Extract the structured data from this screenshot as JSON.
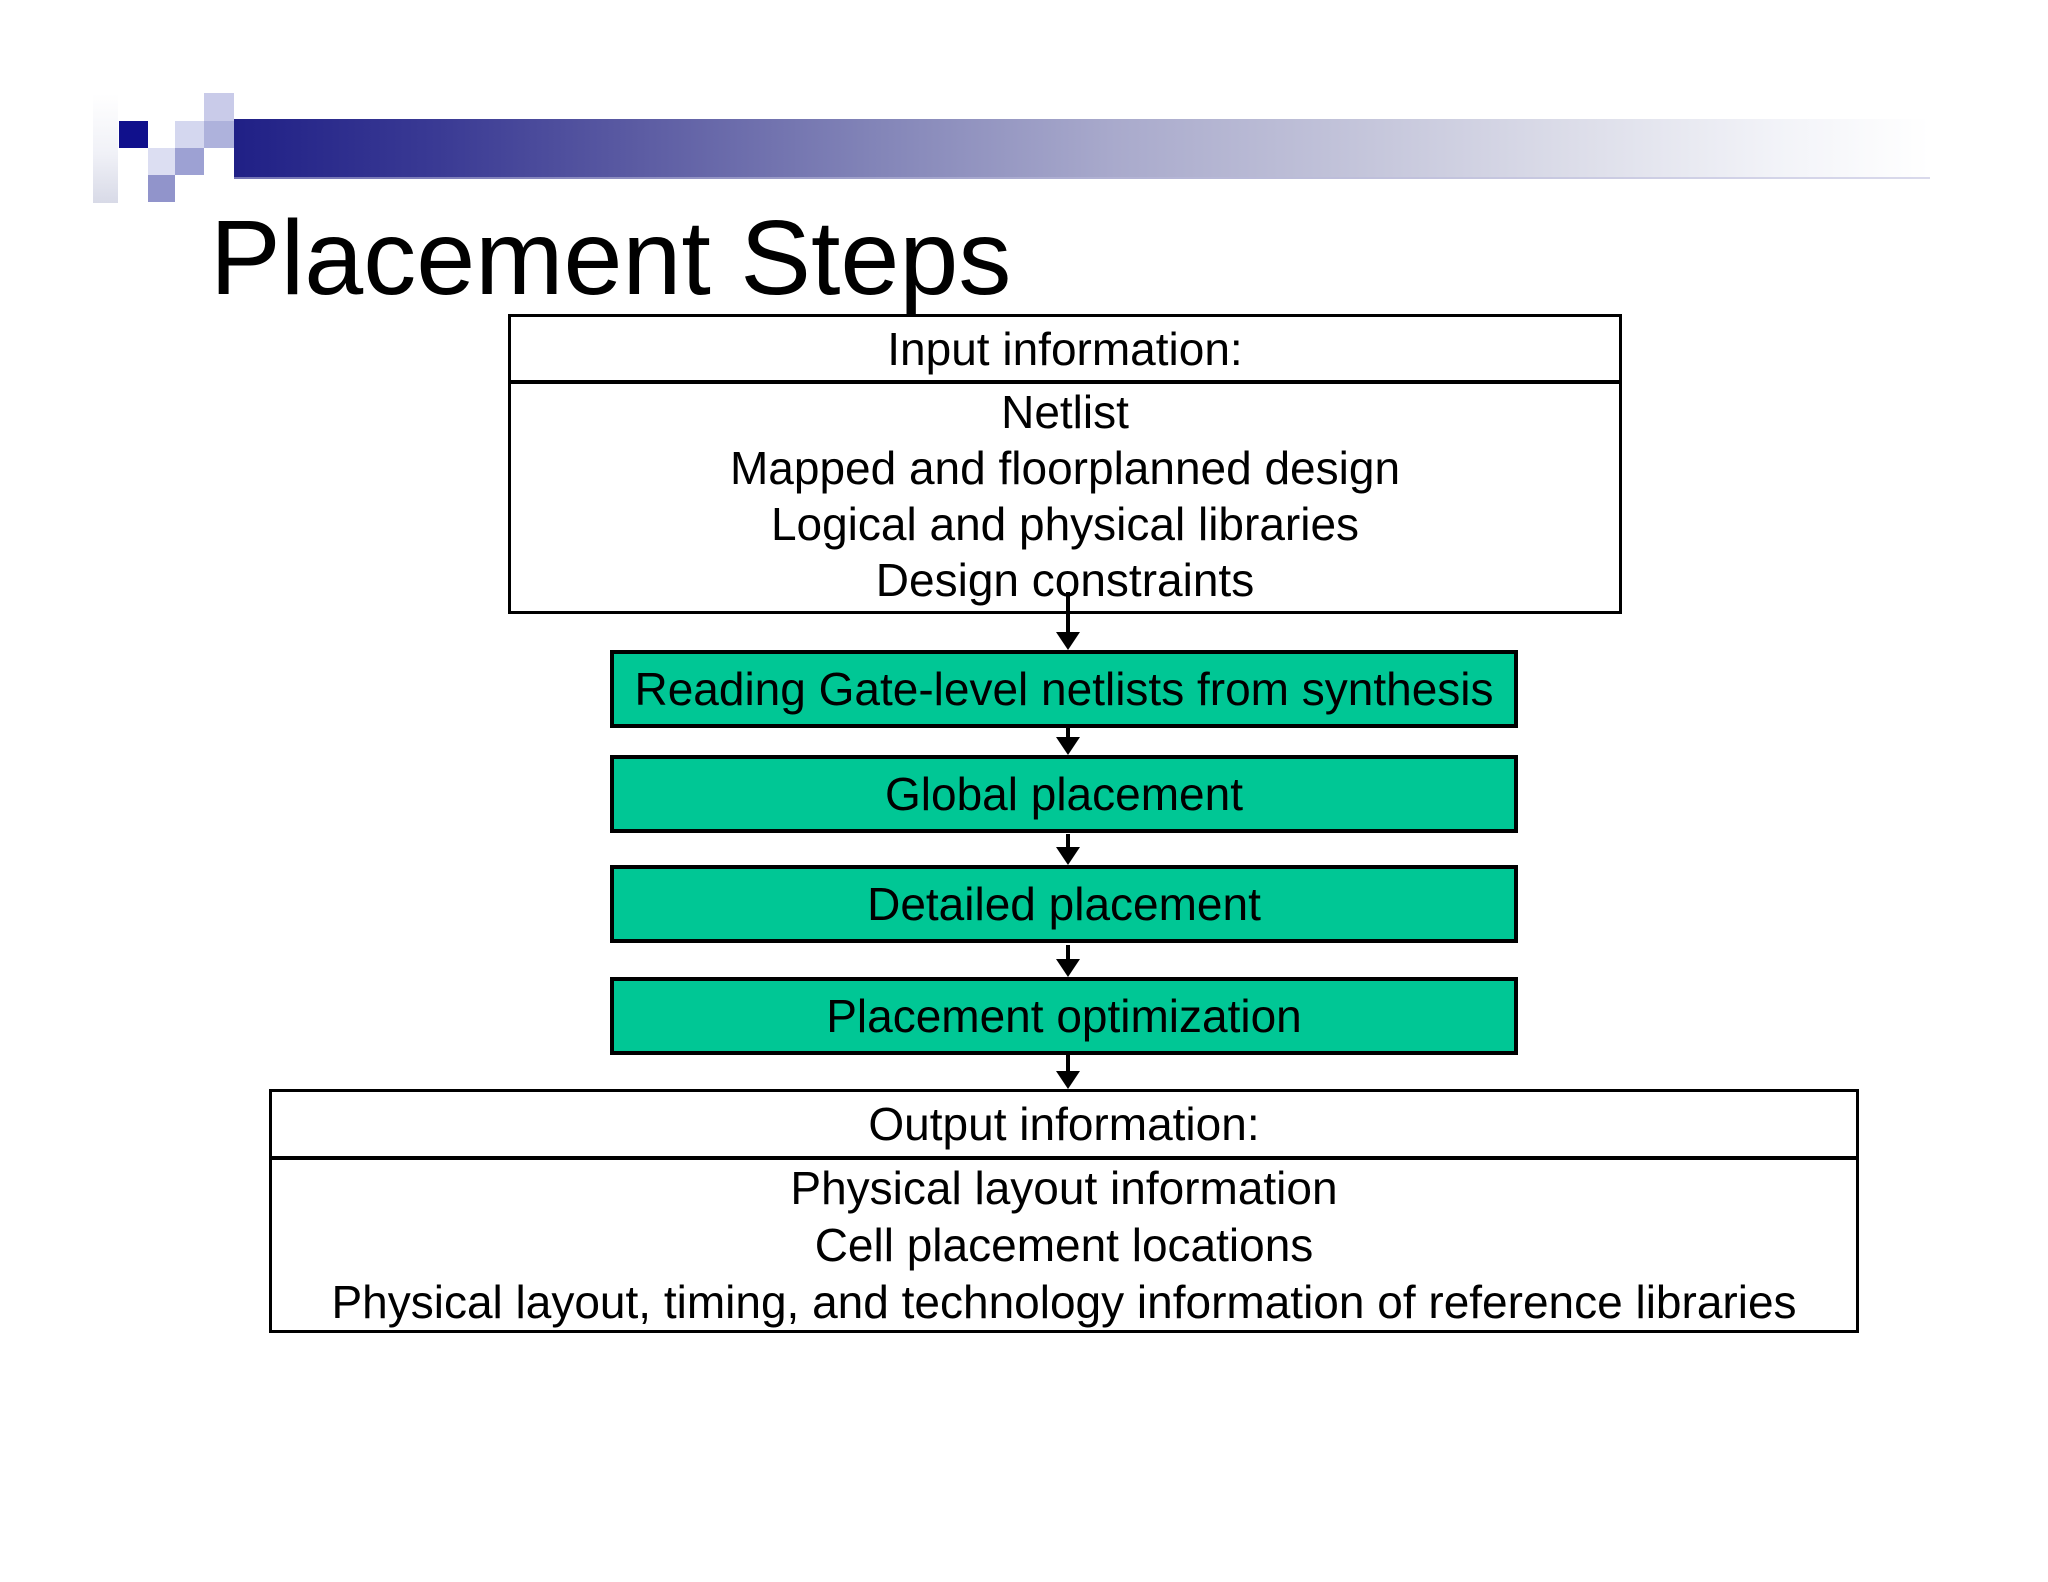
{
  "slide_title": "Placement Steps",
  "diagram": {
    "input_box": {
      "header": "Input information:",
      "lines": [
        "Netlist",
        "Mapped and floorplanned design",
        "Logical and physical libraries",
        "Design constraints"
      ]
    },
    "steps": [
      "Reading Gate-level netlists from synthesis",
      "Global placement",
      "Detailed placement",
      "Placement optimization"
    ],
    "output_box": {
      "header": "Output information:",
      "lines": [
        "Physical layout information",
        "Cell placement locations",
        "Physical layout, timing, and technology information of reference libraries"
      ]
    }
  },
  "colors": {
    "step_green": "#00C795",
    "bar_navy": "#202086",
    "pixel_navy": "#10108C",
    "border_black": "#000000"
  }
}
